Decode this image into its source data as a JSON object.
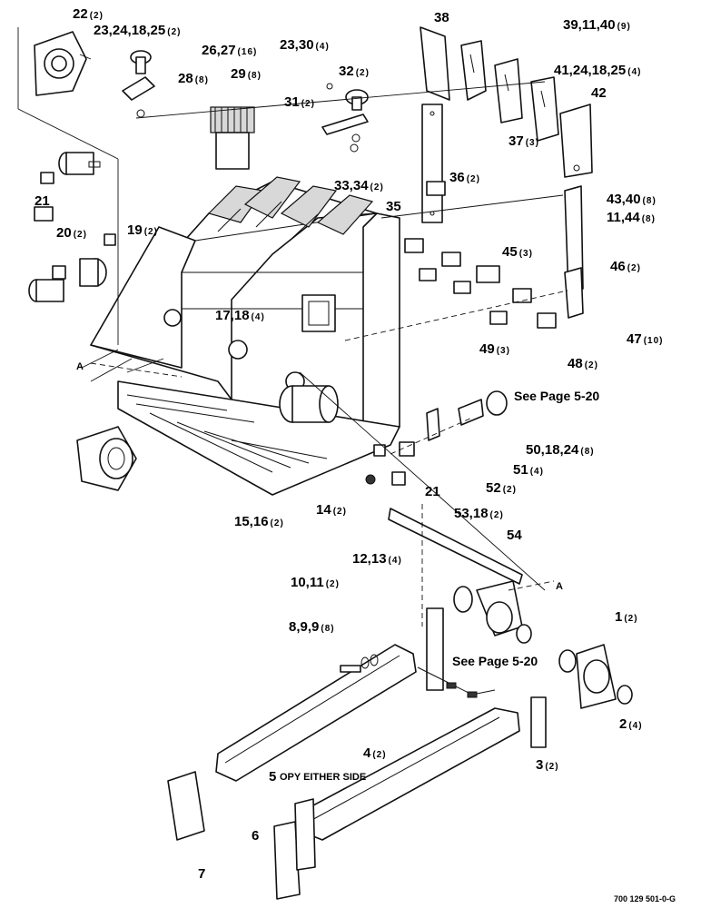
{
  "callouts": [
    {
      "id": "c22",
      "label": "22",
      "qty": "(2)"
    },
    {
      "id": "c23a",
      "label": "23,24,18,25",
      "qty": "(2)"
    },
    {
      "id": "c26",
      "label": "26,27",
      "qty": "(16)"
    },
    {
      "id": "c28",
      "label": "28",
      "qty": "(8)"
    },
    {
      "id": "c29",
      "label": "29",
      "qty": "(8)"
    },
    {
      "id": "c23b",
      "label": "23,30",
      "qty": "(4)"
    },
    {
      "id": "c32",
      "label": "32",
      "qty": "(2)"
    },
    {
      "id": "c31",
      "label": "31",
      "qty": "(2)"
    },
    {
      "id": "c38",
      "label": "38",
      "qty": ""
    },
    {
      "id": "c39",
      "label": "39,11,40",
      "qty": "(9)"
    },
    {
      "id": "c41",
      "label": "41,24,18,25",
      "qty": "(4)"
    },
    {
      "id": "c42",
      "label": "42",
      "qty": ""
    },
    {
      "id": "c37",
      "label": "37",
      "qty": "(3)"
    },
    {
      "id": "c33",
      "label": "33,34",
      "qty": "(2)"
    },
    {
      "id": "c36",
      "label": "36",
      "qty": "(2)"
    },
    {
      "id": "c43",
      "label": "43,40",
      "qty": "(8)"
    },
    {
      "id": "c11",
      "label": "11,44",
      "qty": "(8)"
    },
    {
      "id": "c21a",
      "label": "21",
      "qty": ""
    },
    {
      "id": "c19",
      "label": "19",
      "qty": "(2)"
    },
    {
      "id": "c35",
      "label": "35",
      "qty": ""
    },
    {
      "id": "c20",
      "label": "20",
      "qty": "(2)"
    },
    {
      "id": "c46",
      "label": "46",
      "qty": "(2)"
    },
    {
      "id": "c45",
      "label": "45",
      "qty": "(3)"
    },
    {
      "id": "c17",
      "label": "17,18",
      "qty": "(4)"
    },
    {
      "id": "c49",
      "label": "49",
      "qty": "(3)"
    },
    {
      "id": "c47",
      "label": "47",
      "qty": "(10)"
    },
    {
      "id": "c48",
      "label": "48",
      "qty": "(2)"
    },
    {
      "id": "c50",
      "label": "50,18,24",
      "qty": "(8)"
    },
    {
      "id": "c51",
      "label": "51",
      "qty": "(4)"
    },
    {
      "id": "c52",
      "label": "52",
      "qty": "(2)"
    },
    {
      "id": "c21b",
      "label": "21",
      "qty": ""
    },
    {
      "id": "c53",
      "label": "53,18",
      "qty": "(2)"
    },
    {
      "id": "c15",
      "label": "15,16",
      "qty": "(2)"
    },
    {
      "id": "c14",
      "label": "14",
      "qty": "(2)"
    },
    {
      "id": "c54",
      "label": "54",
      "qty": ""
    },
    {
      "id": "c12",
      "label": "12,13",
      "qty": "(4)"
    },
    {
      "id": "c10",
      "label": "10,11",
      "qty": "(2)"
    },
    {
      "id": "c8",
      "label": "8,9,9",
      "qty": "(8)"
    },
    {
      "id": "c1",
      "label": "1",
      "qty": "(2)"
    },
    {
      "id": "c2",
      "label": "2",
      "qty": "(4)"
    },
    {
      "id": "c3",
      "label": "3",
      "qty": "(2)"
    },
    {
      "id": "c4",
      "label": "4",
      "qty": "(2)"
    },
    {
      "id": "c5",
      "label": "5",
      "qty": ""
    },
    {
      "id": "c6",
      "label": "6",
      "qty": ""
    },
    {
      "id": "c7",
      "label": "7",
      "qty": ""
    }
  ],
  "notes": {
    "see_page_upper": "See Page 5-20",
    "see_page_lower": "See Page 5-20",
    "opy_either_side": "OPY EITHER SIDE",
    "ref_a_left": "A",
    "ref_a_right": "A"
  },
  "document_number": "700 129 501-0-G"
}
